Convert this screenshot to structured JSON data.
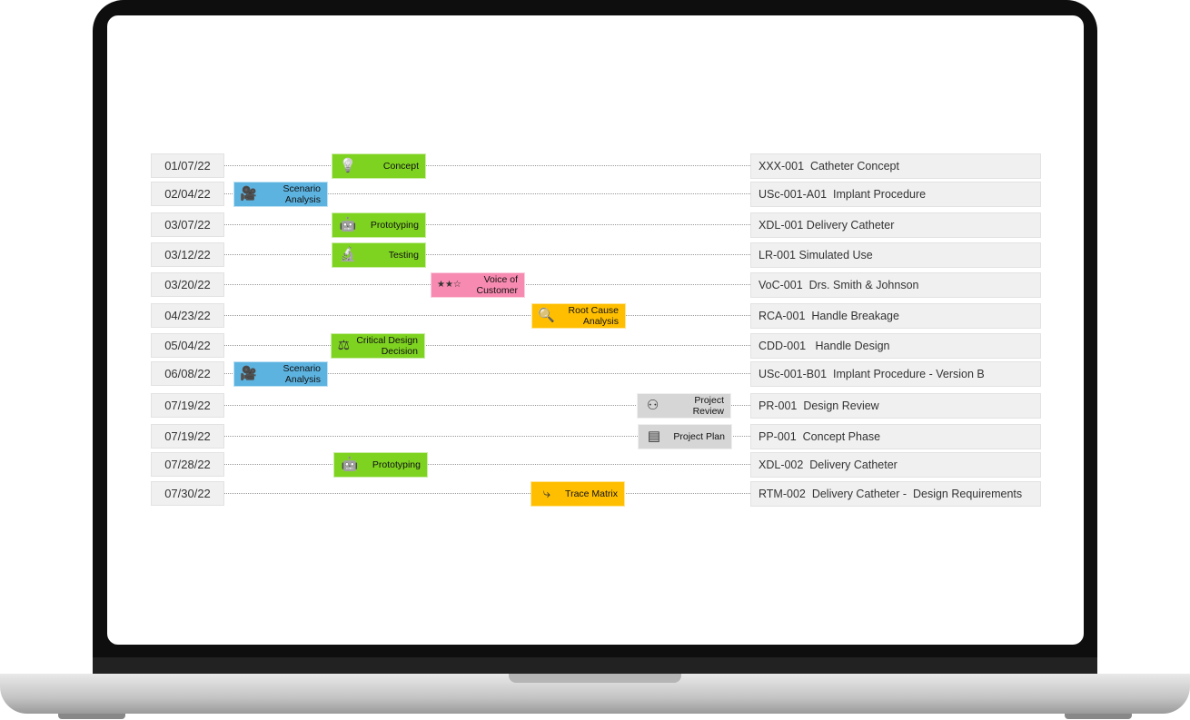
{
  "colors": {
    "green": "#7ed321",
    "blue": "#5db3e0",
    "pink": "#f78ab0",
    "orange": "#ffbf00",
    "gray": "#d6d6d6"
  },
  "rows": [
    {
      "date": "01/07/22",
      "tag": "Concept",
      "icon": "lightbulb-icon",
      "doc": "XXX-001  Catheter Concept"
    },
    {
      "date": "02/04/22",
      "tag": "Scenario Analysis",
      "icon": "video-camera-icon",
      "doc": "USc-001-A01  Implant Procedure"
    },
    {
      "date": "03/07/22",
      "tag": "Prototyping",
      "icon": "robot-icon",
      "doc": "XDL-001 Delivery Catheter"
    },
    {
      "date": "03/12/22",
      "tag": "Testing",
      "icon": "microscope-icon",
      "doc": "LR-001 Simulated Use"
    },
    {
      "date": "03/20/22",
      "tag": "Voice of Customer",
      "icon": "stars-rating-icon",
      "doc": "VoC-001  Drs. Smith & Johnson"
    },
    {
      "date": "04/23/22",
      "tag": "Root Cause Analysis",
      "icon": "magnifier-icon",
      "doc": "RCA-001  Handle Breakage"
    },
    {
      "date": "05/04/22",
      "tag": "Critical Design Decision",
      "icon": "scales-icon",
      "doc": "CDD-001   Handle Design"
    },
    {
      "date": "06/08/22",
      "tag": "Scenario Analysis",
      "icon": "video-camera-icon",
      "doc": "USc-001-B01  Implant Procedure - Version B"
    },
    {
      "date": "07/19/22",
      "tag": "Project Review",
      "icon": "meeting-table-icon",
      "doc": "PR-001  Design Review"
    },
    {
      "date": "07/19/22",
      "tag": "Project Plan",
      "icon": "gantt-icon",
      "doc": "PP-001  Concept Phase"
    },
    {
      "date": "07/28/22",
      "tag": "Prototyping",
      "icon": "robot-icon",
      "doc": "XDL-002  Delivery Catheter"
    },
    {
      "date": "07/30/22",
      "tag": "Trace Matrix",
      "icon": "trace-path-icon",
      "doc": "RTM-002  Delivery Catheter -  Design Requirements"
    }
  ]
}
